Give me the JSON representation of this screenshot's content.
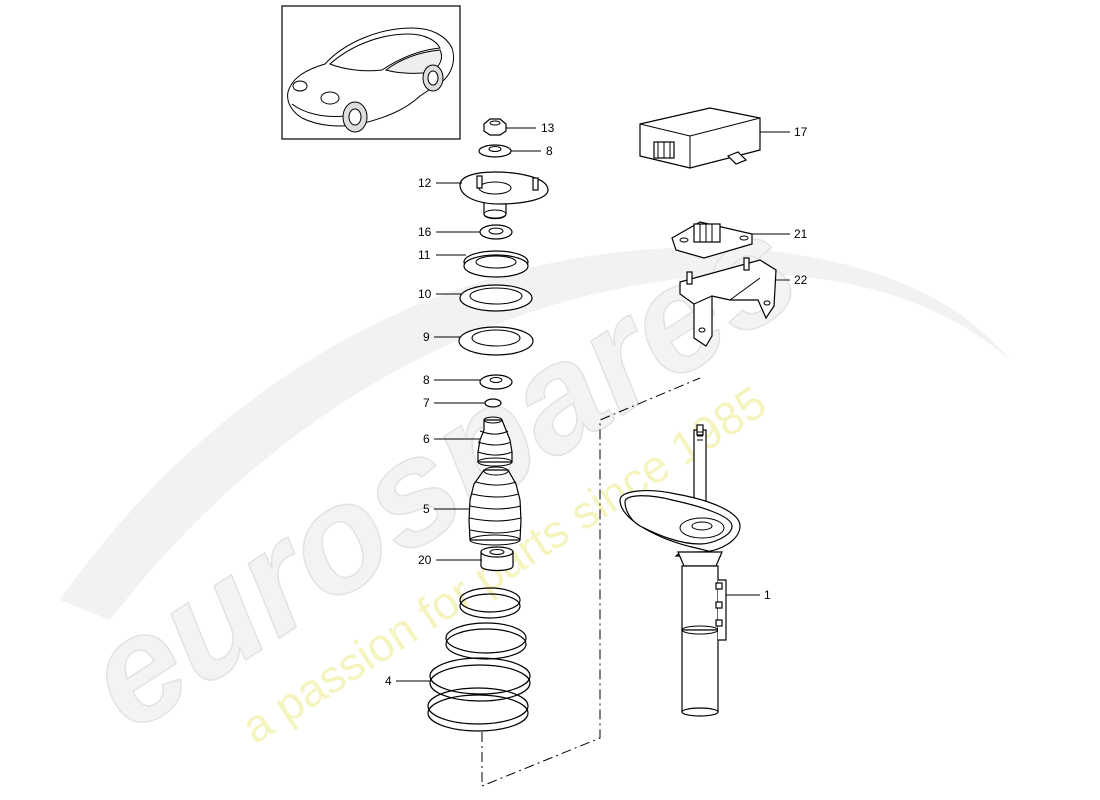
{
  "watermark": {
    "brand": "eurospares",
    "tagline": "a passion for parts since 1985"
  },
  "vehicle_thumbnail": {
    "icon": "car-coupe-icon"
  },
  "callouts": [
    {
      "number": "13",
      "part": "nut"
    },
    {
      "number": "8",
      "part": "washer-upper"
    },
    {
      "number": "12",
      "part": "strut-mount"
    },
    {
      "number": "16",
      "part": "washer-small"
    },
    {
      "number": "11",
      "part": "thrust-bearing"
    },
    {
      "number": "10",
      "part": "spring-seat-upper"
    },
    {
      "number": "9",
      "part": "spring-pad"
    },
    {
      "number": "8",
      "part": "washer-lower"
    },
    {
      "number": "7",
      "part": "small-washer"
    },
    {
      "number": "6",
      "part": "bump-stop"
    },
    {
      "number": "5",
      "part": "protective-boot"
    },
    {
      "number": "20",
      "part": "spacer-ring"
    },
    {
      "number": "4",
      "part": "coil-spring"
    },
    {
      "number": "17",
      "part": "control-unit"
    },
    {
      "number": "21",
      "part": "sensor"
    },
    {
      "number": "22",
      "part": "bracket"
    },
    {
      "number": "1",
      "part": "shock-absorber"
    }
  ]
}
